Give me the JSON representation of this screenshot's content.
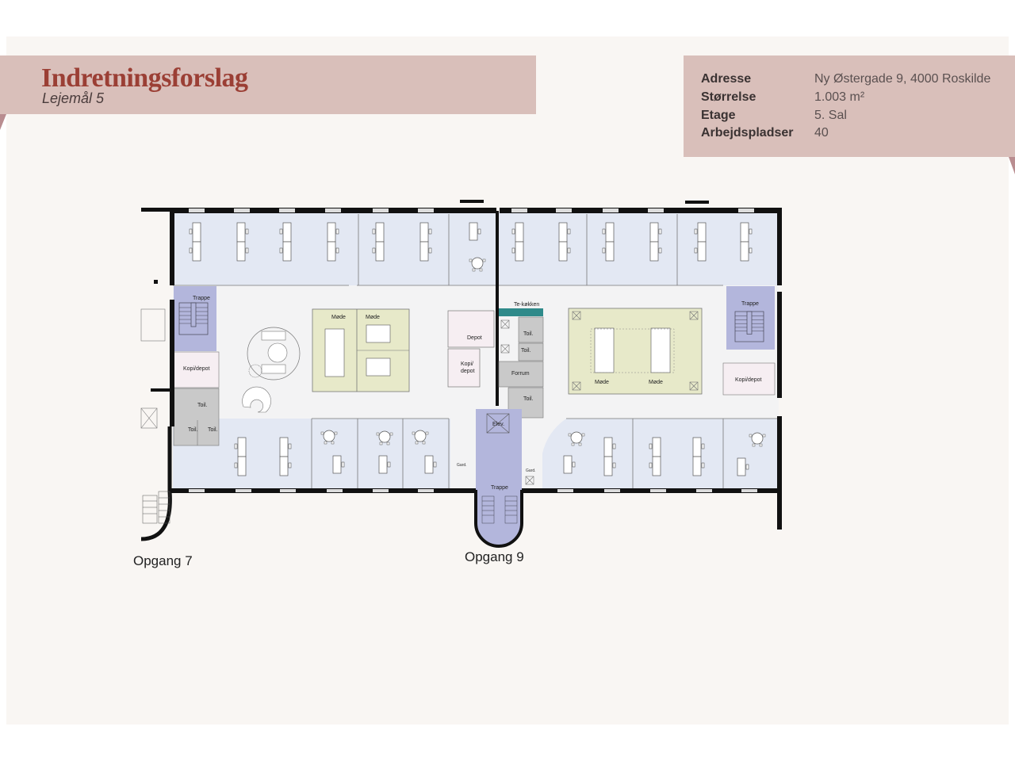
{
  "header": {
    "title": "Indretningsforslag",
    "subtitle": "Lejemål 5"
  },
  "info": {
    "rows": [
      {
        "label": "Adresse",
        "value": "Ny Østergade 9, 4000 Roskilde"
      },
      {
        "label": "Størrelse",
        "value": "1.003 m²"
      },
      {
        "label": "Etage",
        "value": "5. Sal"
      },
      {
        "label": "Arbejdspladser",
        "value": "40"
      }
    ]
  },
  "floorplan": {
    "rooms": {
      "trappe_left": "Trappe",
      "kopi_depot_left": "Kopi/depot",
      "toil_left_1": "Toil.",
      "toil_left_2": "Toil.",
      "toil_left_3": "Toil.",
      "mode_1": "Møde",
      "mode_2": "Møde",
      "depot": "Depot",
      "kopi_depot_center_1": "Kopi/",
      "kopi_depot_center_2": "depot",
      "te_kokken": "Te-køkken",
      "toil_c1": "Toil.",
      "toil_c2": "Toil.",
      "forrum": "Forrum",
      "toil_c3": "Toil.",
      "elev": "Elev.",
      "trappe_center": "Trappe",
      "gard_1": "Gard.",
      "gard_2": "Gard.",
      "mode_3": "Møde",
      "mode_4": "Møde",
      "trappe_right": "Trappe",
      "kopi_depot_right": "Kopi/depot"
    },
    "entrances": {
      "opgang_7": "Opgang 7",
      "opgang_9": "Opgang 9"
    }
  },
  "colors": {
    "band": "#d9bfba",
    "title": "#9b3f35",
    "office_fill": "#e3e8f3",
    "meeting_fill": "#e7e9c9",
    "stair_fill": "#b3b6dc",
    "wc_fill": "#c9c9c9",
    "wall": "#111111"
  }
}
